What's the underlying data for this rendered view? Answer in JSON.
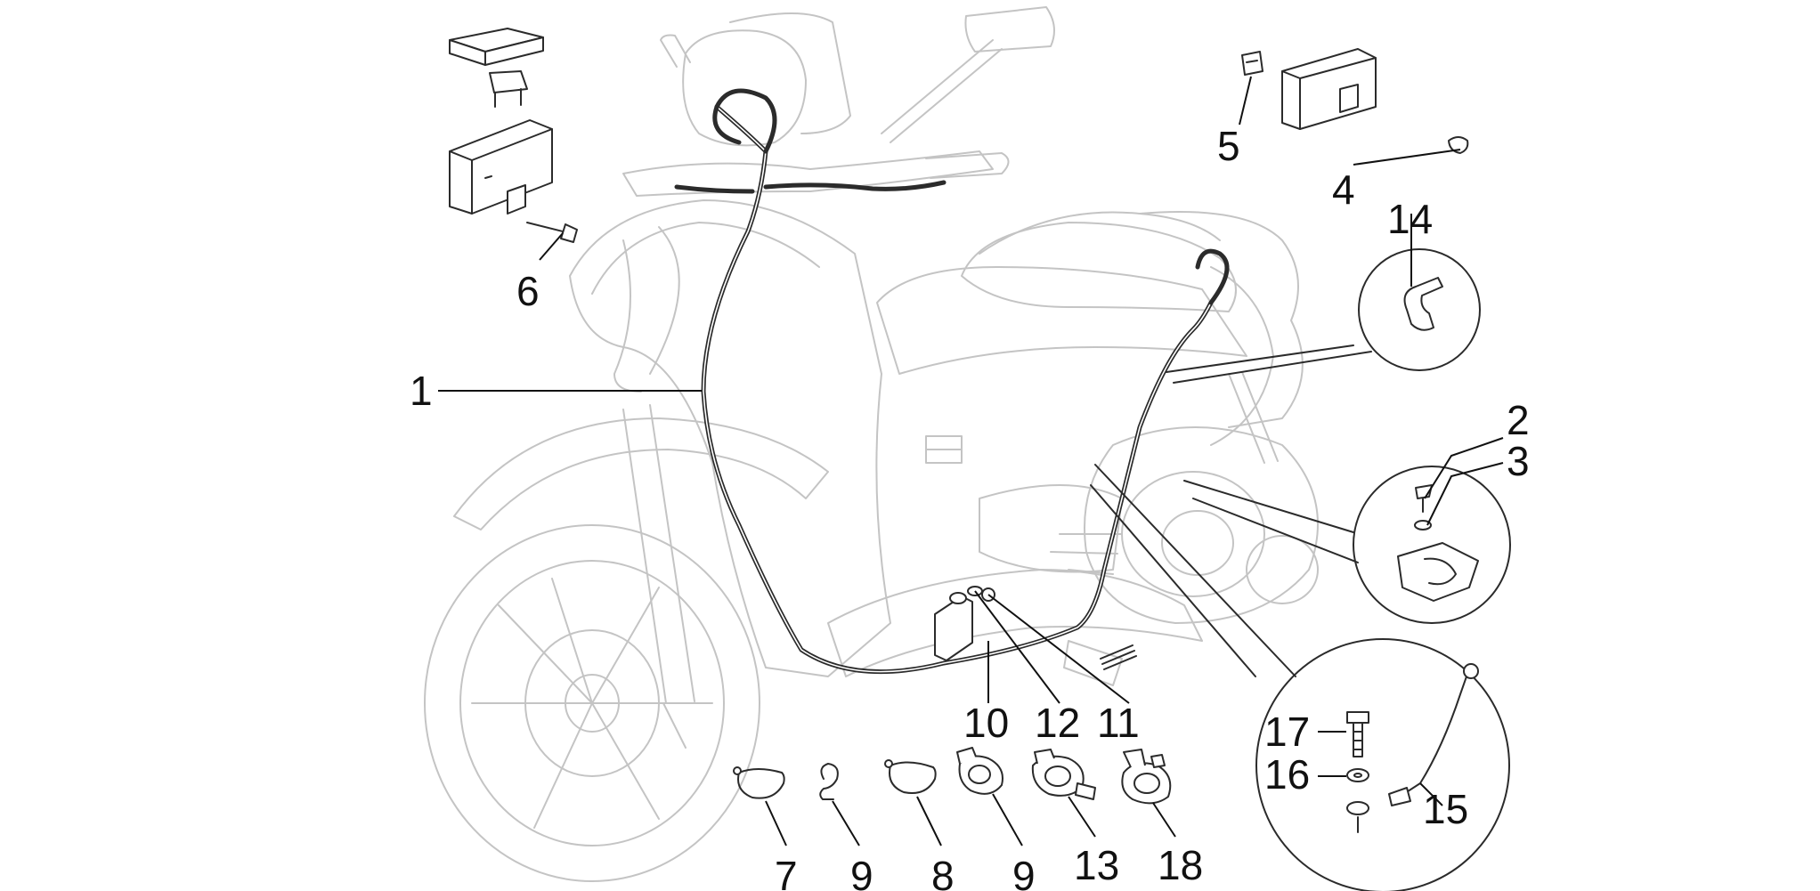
{
  "diagram": {
    "colors": {
      "background": "#ffffff",
      "ghost_outline": "#c4c4c4",
      "part_ink": "#2b2b2b",
      "label_text": "#111111"
    },
    "labels": {
      "p1": "1",
      "p2": "2",
      "p3": "3",
      "p4": "4",
      "p5": "5",
      "p6": "6",
      "p7": "7",
      "p8": "8",
      "p9a": "9",
      "p9b": "9",
      "p10": "10",
      "p11": "11",
      "p12": "12",
      "p13": "13",
      "p14": "14",
      "p15": "15",
      "p16": "16",
      "p17": "17",
      "p18": "18"
    }
  }
}
